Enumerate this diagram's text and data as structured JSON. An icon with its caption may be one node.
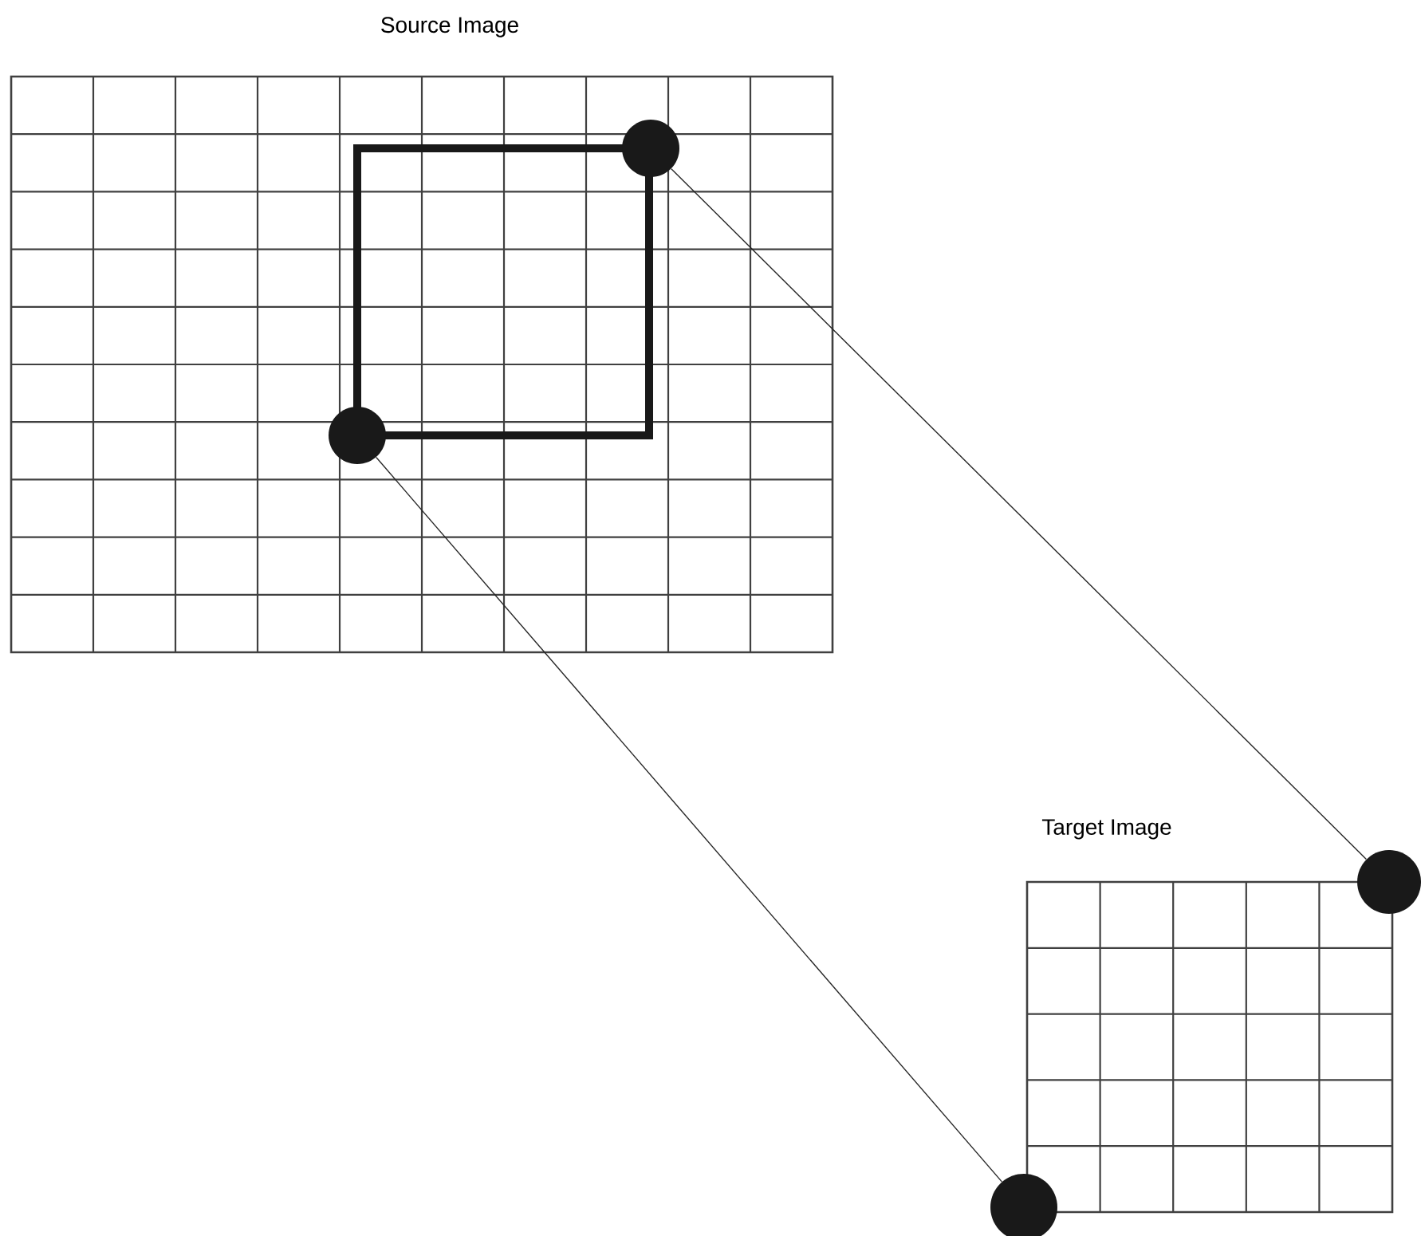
{
  "diagram": {
    "nodes": [
      {
        "text": [
          "Source Image"
        ]
      },
      {
        "text": [
          "Target Image"
        ]
      },
      {
        "text": [],
        "shape": "box",
        "in": 0
      },
      {
        "text": [],
        "shape": "circle",
        "in": 0
      },
      {
        "text": [],
        "shape": "circle",
        "in": 0
      },
      {
        "text": [],
        "shape": "circle"
      },
      {
        "text": [],
        "shape": "circle"
      }
    ],
    "edges": [
      {
        "from": 3,
        "to": 5,
        "arrow": "none"
      },
      {
        "from": 4,
        "to": 6,
        "arrow": "none"
      }
    ]
  }
}
